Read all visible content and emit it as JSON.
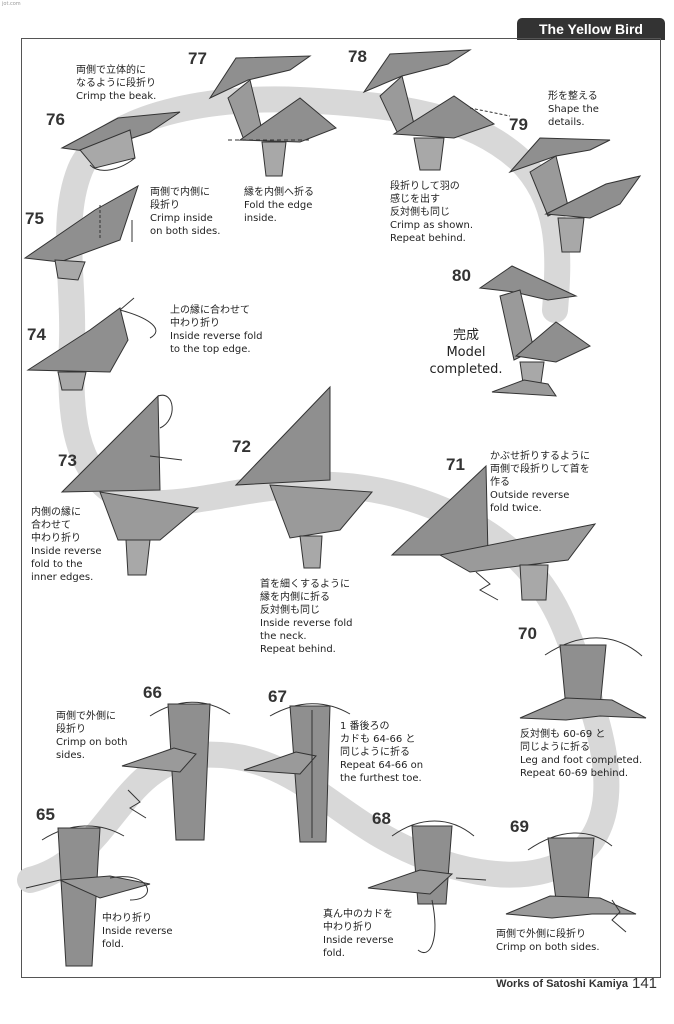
{
  "header": {
    "title": "The Yellow Bird"
  },
  "corner_mark": "jot.com",
  "footer": {
    "credit": "Works of Satoshi Kamiya",
    "page_number": "141"
  },
  "palette": {
    "paper": "#8f8f8f",
    "paper_light": "#b8b8b8",
    "path": "#d8d8d8",
    "ink": "#333333"
  },
  "steps": [
    {
      "number": "65",
      "ja": [
        "中わり折り"
      ],
      "en": [
        "Inside reverse",
        "fold."
      ]
    },
    {
      "number": "66",
      "ja": [
        "両側で外側に",
        "段折り"
      ],
      "en": [
        "Crimp on both",
        "sides."
      ]
    },
    {
      "number": "67",
      "ja": [
        "1 番後ろの",
        "カドも 64-66 と",
        "同じように折る"
      ],
      "en": [
        "Repeat 64-66 on",
        "the furthest toe."
      ]
    },
    {
      "number": "68",
      "ja": [
        "真ん中のカドを",
        "中わり折り"
      ],
      "en": [
        "Inside reverse",
        "fold."
      ]
    },
    {
      "number": "69",
      "ja": [
        "両側で外側に段折り"
      ],
      "en": [
        "Crimp on both sides."
      ]
    },
    {
      "number": "70",
      "ja": [
        "反対側も 60-69 と",
        "同じように折る"
      ],
      "en": [
        "Leg and foot completed.",
        "Repeat 60-69 behind."
      ]
    },
    {
      "number": "71",
      "ja": [
        "かぶせ折りするように",
        "両側で段折りして首を",
        "作る"
      ],
      "en": [
        "Outside  reverse",
        "fold twice."
      ]
    },
    {
      "number": "72",
      "ja": [
        "首を細くするように",
        "縁を内側に折る",
        "反対側も同じ"
      ],
      "en": [
        "Inside reverse fold",
        "the neck.",
        "Repeat behind."
      ]
    },
    {
      "number": "73",
      "ja": [
        "内側の縁に",
        "合わせて",
        "中わり折り"
      ],
      "en": [
        "Inside reverse",
        "fold to the",
        "inner edges."
      ]
    },
    {
      "number": "74",
      "ja": [
        "上の縁に合わせて",
        "中わり折り"
      ],
      "en": [
        "Inside reverse fold",
        "to the top edge."
      ]
    },
    {
      "number": "75",
      "ja": [
        "両側で内側に",
        "段折り"
      ],
      "en": [
        "Crimp inside",
        "on both sides."
      ]
    },
    {
      "number": "76",
      "ja": [
        "両側で立体的に",
        "なるように段折り"
      ],
      "en": [
        "Crimp the beak."
      ]
    },
    {
      "number": "77",
      "ja": [
        "縁を内側へ折る"
      ],
      "en": [
        "Fold the edge",
        "inside."
      ]
    },
    {
      "number": "78",
      "ja": [
        "段折りして羽の",
        "感じを出す",
        "反対側も同じ"
      ],
      "en": [
        "Crimp as shown.",
        "Repeat behind."
      ]
    },
    {
      "number": "79",
      "ja": [
        "形を整える"
      ],
      "en": [
        "Shape the",
        "details."
      ]
    },
    {
      "number": "80",
      "ja": [
        "完成"
      ],
      "en": [
        "Model",
        "completed."
      ]
    }
  ]
}
